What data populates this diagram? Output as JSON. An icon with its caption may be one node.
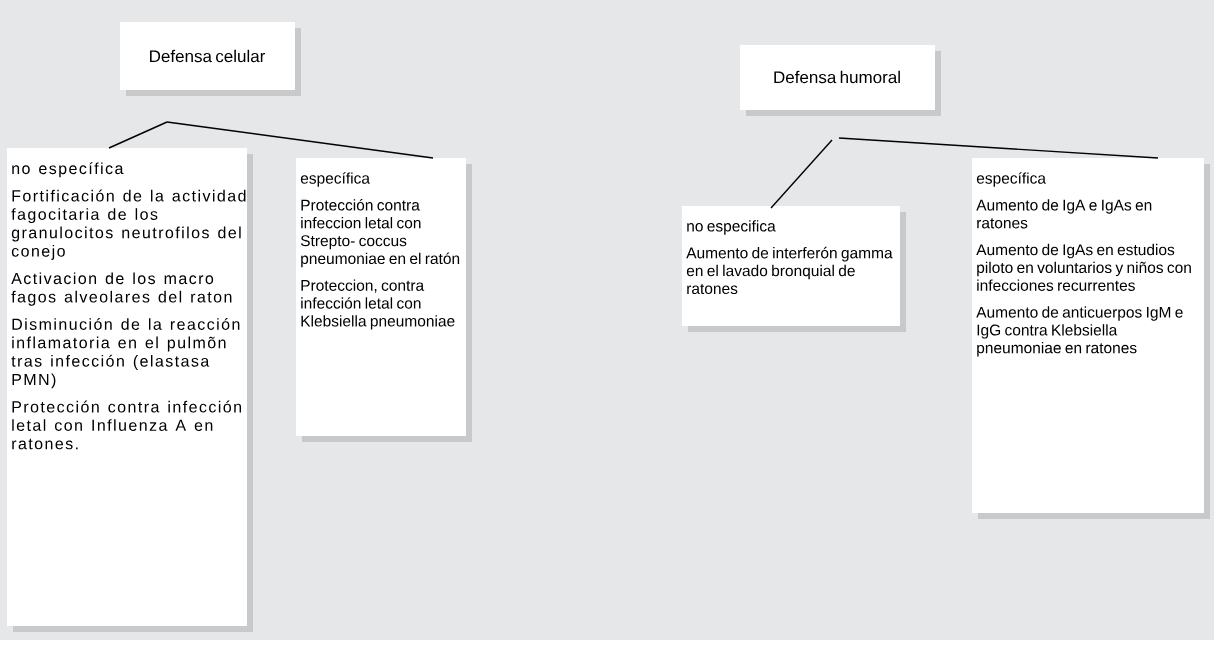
{
  "diagram": {
    "nodes": [
      {
        "text": [
          "Defensa celular"
        ]
      },
      {
        "text": [
          "no específica",
          "Fortificación de la actividad fagocitaria de los granulocitos neutrofilos del conejo",
          "Activacion de los macro fagos alveolares del raton",
          "Disminución de la reacción inflamatoria en el pulmõn tras infección (elastasa PMN)",
          "Protección contra infección letal con Influenza A en ratones."
        ]
      },
      {
        "text": [
          "específica",
          "Protección contra infeccion letal con Strepto- coccus pneumoniae en el ratón",
          "Proteccion, contra infección letal con Klebsiella pneumoniae"
        ]
      },
      {
        "text": [
          "Defensa humoral"
        ]
      },
      {
        "text": [
          "no especifica",
          "Aumento de interferón gamma en el lavado bronquial de ratones"
        ]
      },
      {
        "text": [
          "específica",
          "Aumento de IgA e IgAs en ratones",
          "Aumento de IgAs en estudios piloto en voluntarios y niños con infecciones recurrentes",
          "Aumento de anticuerpos IgM e IgG contra Klebsiella pneumoniae en ratones"
        ]
      }
    ],
    "edges": [
      {
        "from": 0,
        "to": 1,
        "arrow": "none"
      },
      {
        "from": 0,
        "to": 2,
        "arrow": "none"
      },
      {
        "from": 3,
        "to": 4,
        "arrow": "none"
      },
      {
        "from": 3,
        "to": 5,
        "arrow": "none"
      }
    ]
  }
}
